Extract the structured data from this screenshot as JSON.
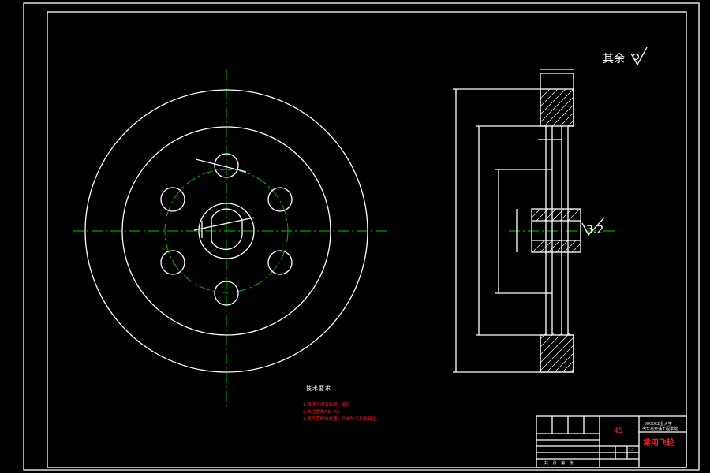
{
  "drawing": {
    "title": "常用飞轮",
    "material": "45",
    "roughness_note": "其余",
    "roughness_value": "3.2",
    "notes_heading": "技术要求",
    "notes": [
      "1.铸件不得有砂眼、缩孔",
      "2.未注圆角R2~R5",
      "3.铸件需时效处理，并去除毛刺及锐边。"
    ],
    "title_block_company": "XXXX工业大学",
    "title_block_sub": "汽车与交通工程学院",
    "title_block_scale": "1:1",
    "title_block_footer": "共 张 第 张"
  },
  "colors": {
    "background": "#000000",
    "line": "#ffffff",
    "centerline": "#00c800",
    "annotation": "#ff2020"
  }
}
